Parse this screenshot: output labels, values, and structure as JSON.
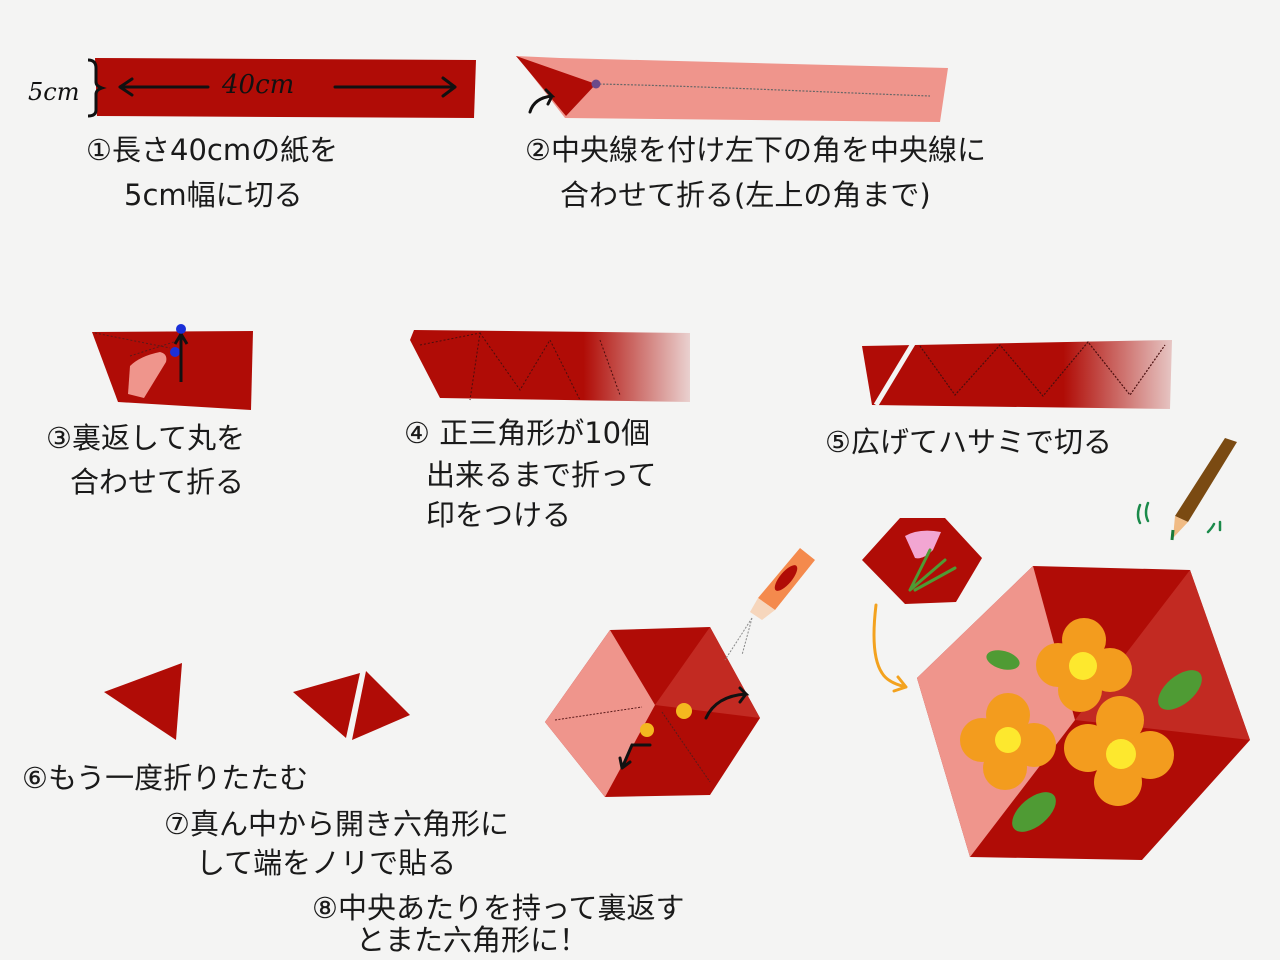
{
  "colors": {
    "background": "#f4f4f3",
    "paper_red": "#b00c06",
    "paper_pink": "#ef958c",
    "paper_mid_red": "#c22a22",
    "flower_orange": "#f39c1e",
    "flower_yellow": "#fde82e",
    "leaf_green": "#4f9b34",
    "arrow_orange": "#f3a21e",
    "pencil_brown": "#7a4a12",
    "glue_orange": "#f48a4d"
  },
  "step1": {
    "length_label": "40cm",
    "width_label": "5cm",
    "caption_line1": "①長さ40cmの紙を",
    "caption_line2": "5cm幅に切る"
  },
  "step2": {
    "caption_line1": "②中央線を付け左下の角を中央線に",
    "caption_line2": "合わせて折る(左上の角まで)"
  },
  "step3": {
    "caption_line1": "③裏返して丸を",
    "caption_line2": "合わせて折る"
  },
  "step4": {
    "caption_line1": "④ 正三角形が10個",
    "caption_line2": "出来るまで折って",
    "caption_line3": "印をつける"
  },
  "step5": {
    "caption": "⑤広げてハサミで切る"
  },
  "step6": {
    "caption": "⑥もう一度折りたたむ"
  },
  "step7": {
    "caption_line1": "⑦真ん中から開き六角形に",
    "caption_line2": "して端をノリで貼る"
  },
  "step8": {
    "caption_line1": "⑧中央あたりを持って裏返す",
    "caption_line2": "とまた六角形に！"
  }
}
